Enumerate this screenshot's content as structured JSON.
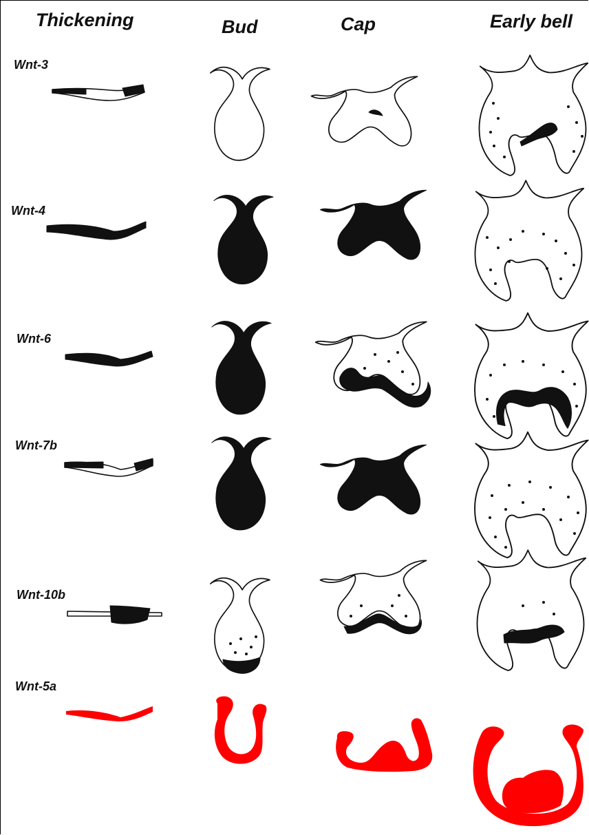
{
  "columns": [
    "Thickening",
    "Bud",
    "Cap",
    "Early bell"
  ],
  "rows": [
    "Wnt-3",
    "Wnt-4",
    "Wnt-6",
    "Wnt-7b",
    "Wnt-10b",
    "Wnt-5a"
  ],
  "colors": {
    "ink": "#111111",
    "highlight": "#ff0000",
    "background": "#ffffff"
  }
}
